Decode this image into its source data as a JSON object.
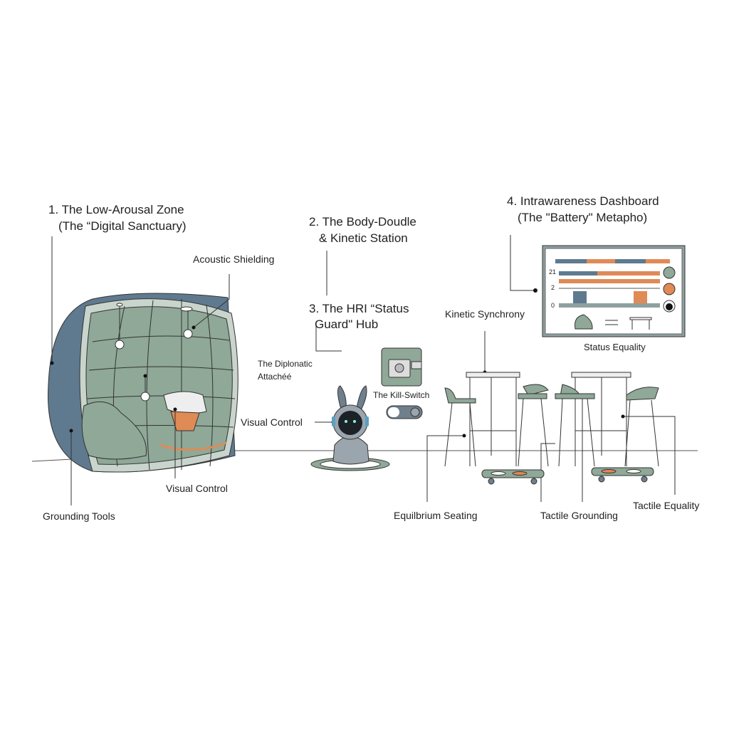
{
  "sections": {
    "zone1": {
      "line1": "1. The Low-Arousal Zone",
      "line2": "(The “Digital Sanctuary)"
    },
    "zone2": {
      "line1": "2. The Body-Doudle",
      "line2": "& Kinetic Station"
    },
    "zone3": {
      "line1": "3. The HRI “Status",
      "line2": "Guard\" Hub"
    },
    "zone4": {
      "line1": "4. Intrawareness Dashboard",
      "line2": "(The \"Battery\" Metapho)"
    }
  },
  "callouts": {
    "acoustic_shielding": "Acoustic Shielding",
    "visual_control_pod": "Visual Control",
    "grounding_tools": "Grounding Tools",
    "diplomatic_line1": "The Diplonatic",
    "diplomatic_line2": "Attachéé",
    "kill_switch": "The Kill-Switch",
    "visual_control_robot": "Visual Control",
    "kinetic_synchrony": "Kinetic Synchrony",
    "status_equality": "Status Equality",
    "equilibrium_seating": "Equilbrium Seating",
    "tactile_grounding": "Tactile Grounding",
    "tactile_equality": "Tactile Equality"
  },
  "dashboard": {
    "row_labels": [
      "21",
      "2",
      "0"
    ]
  },
  "colors": {
    "blue": "#5f7a8f",
    "green": "#8fa898",
    "orange": "#e08a55",
    "line": "#333333"
  }
}
